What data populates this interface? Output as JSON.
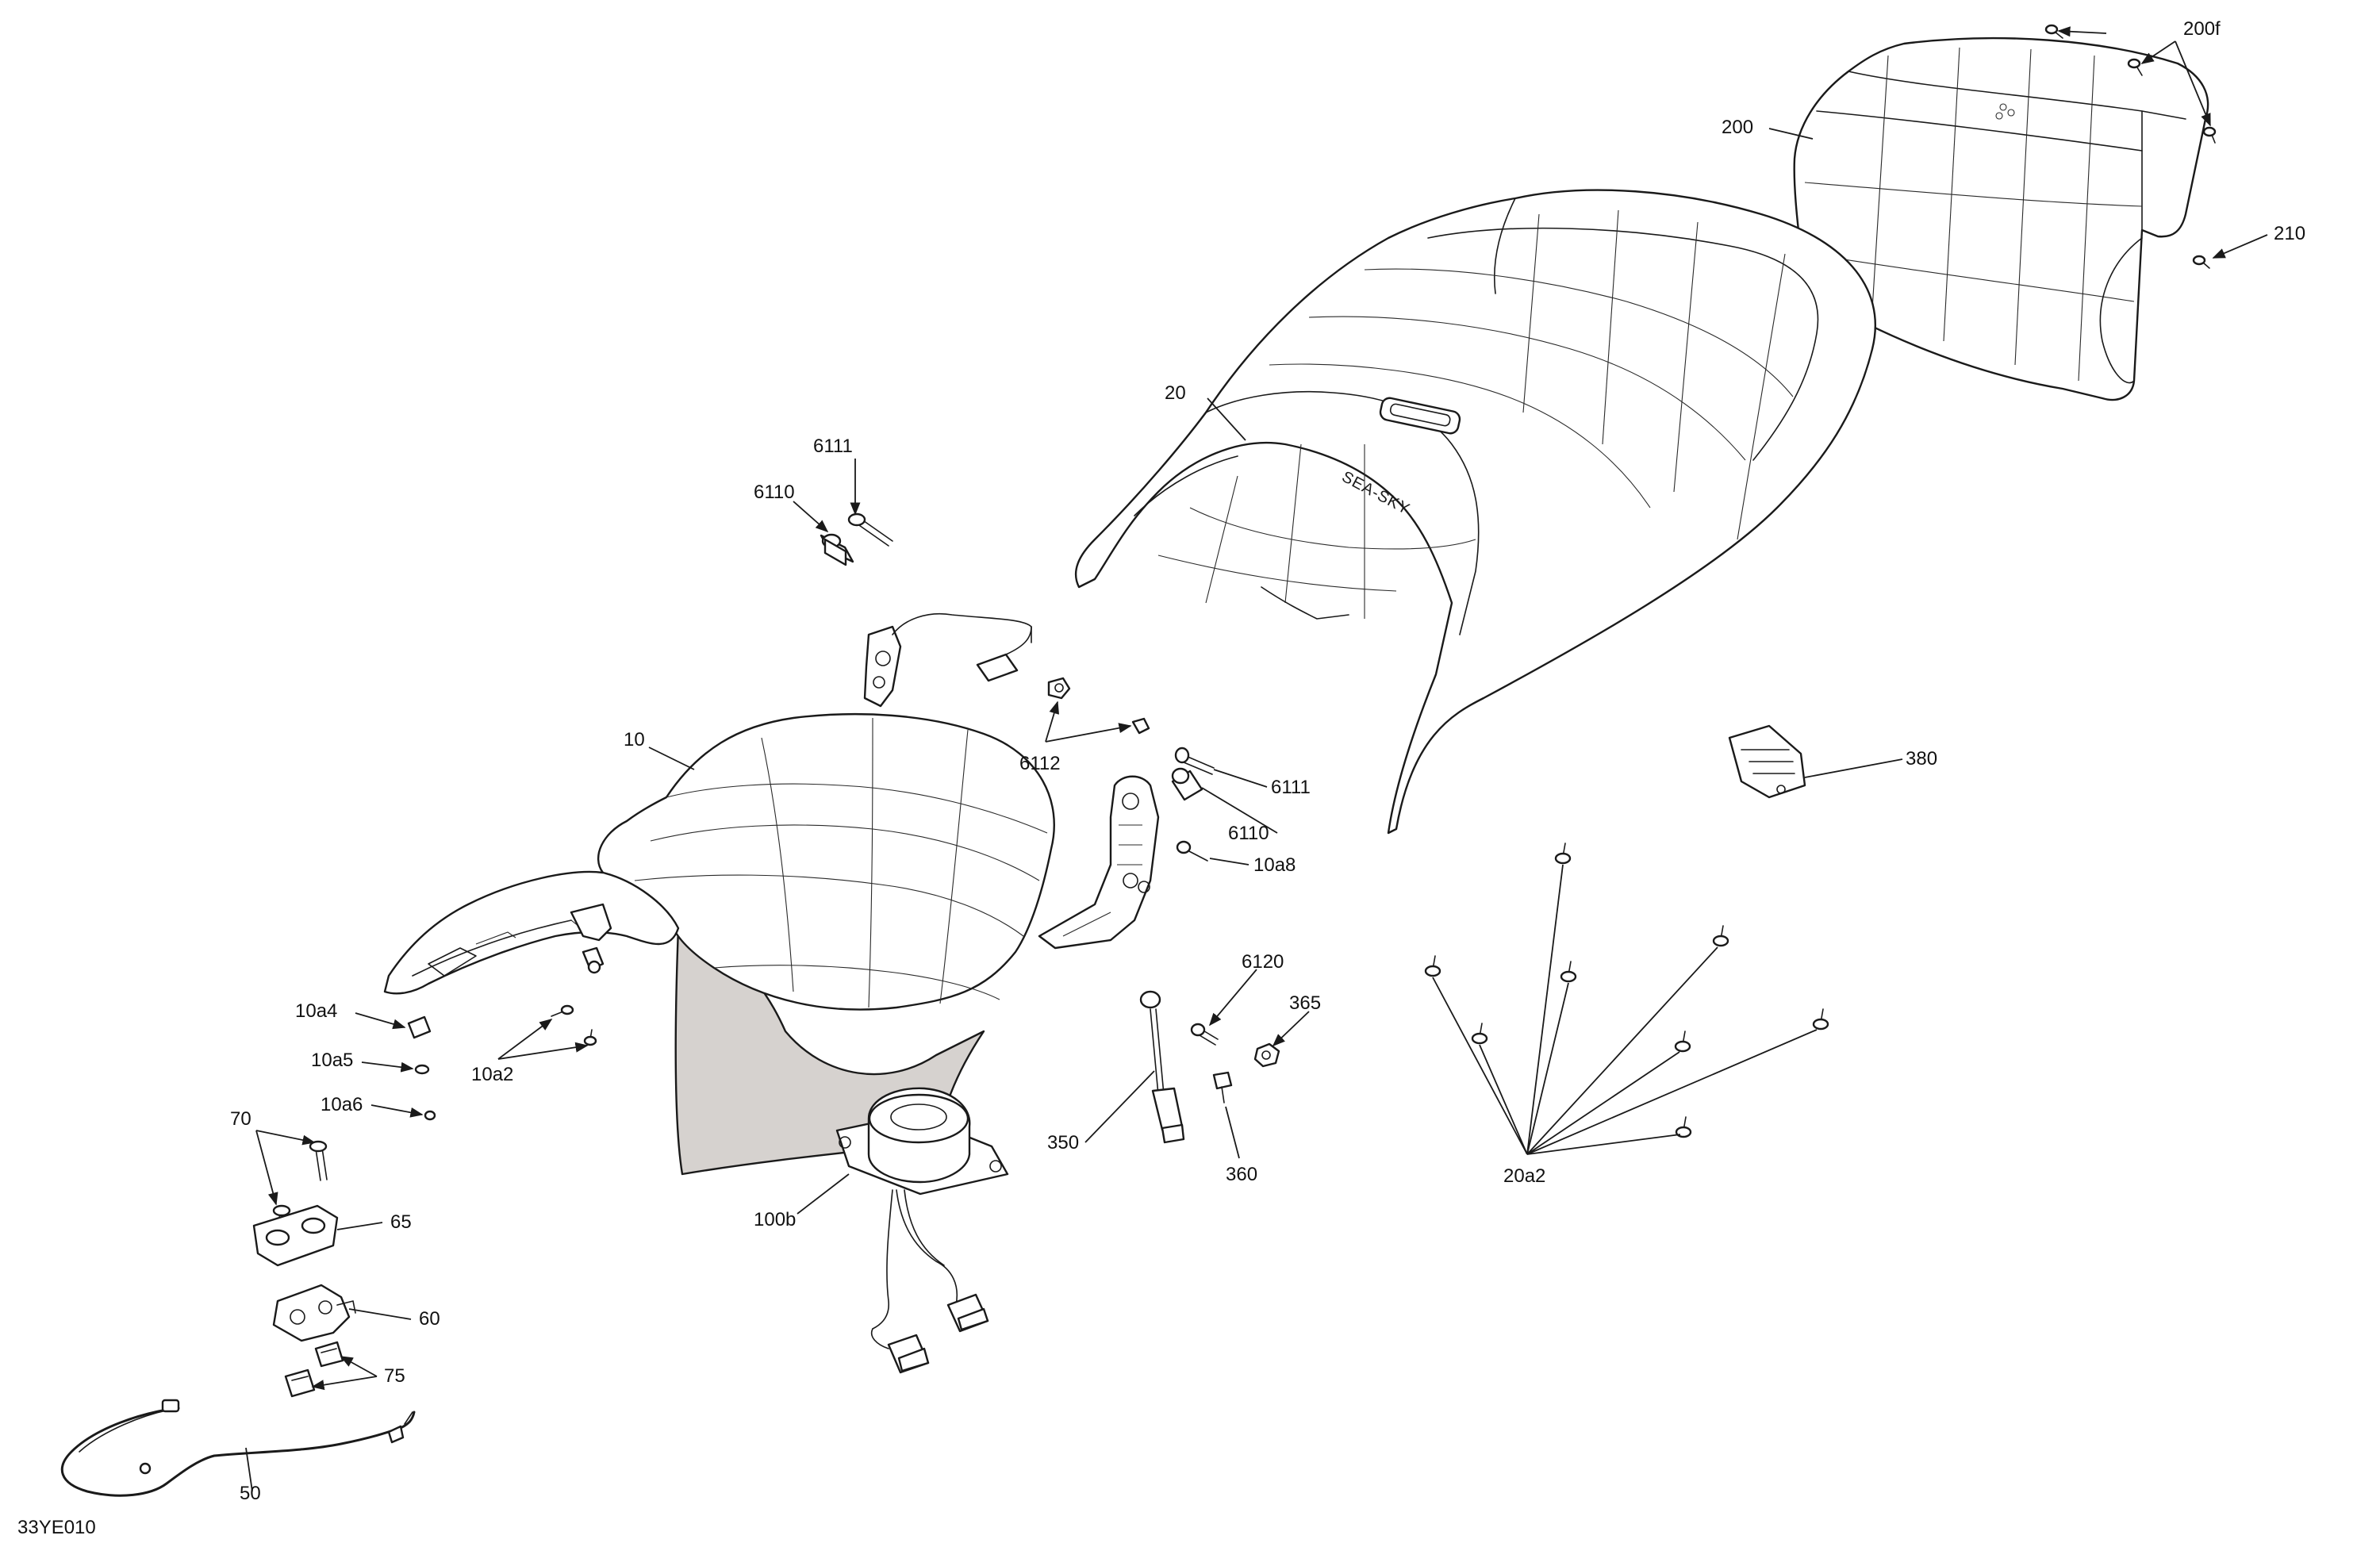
{
  "diagram_code": "33YE010",
  "emblem_text": "SEA-SKY",
  "callouts": {
    "c6111_top": "6111",
    "c6110_top": "6110",
    "c6112": "6112",
    "c6111_mid": "6111",
    "c6110_mid": "6110",
    "c10a8": "10a8",
    "c10": "10",
    "c20": "20",
    "c200": "200",
    "c200f": "200f",
    "c210": "210",
    "c380": "380",
    "c10a4": "10a4",
    "c10a5": "10a5",
    "c10a6": "10a6",
    "c10a2": "10a2",
    "c70": "70",
    "c65": "65",
    "c60": "60",
    "c75": "75",
    "c50": "50",
    "c100b": "100b",
    "c6120": "6120",
    "c365": "365",
    "c350": "350",
    "c360": "360",
    "c20a2": "20a2"
  }
}
